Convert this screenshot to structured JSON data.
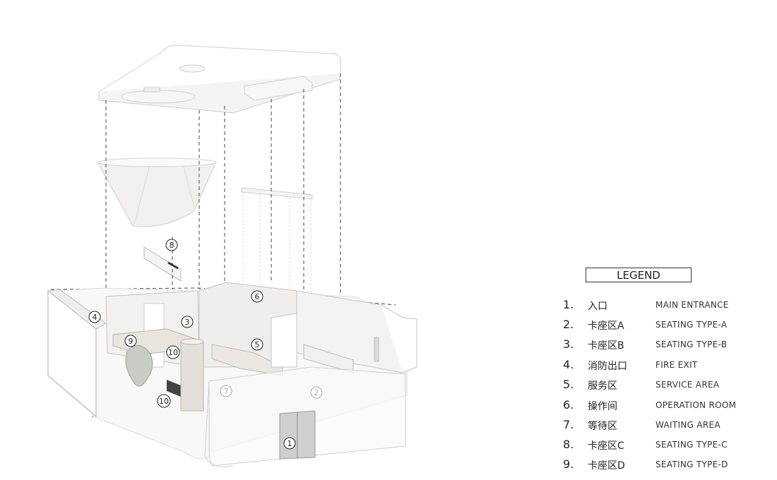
{
  "diagram": {
    "markers": [
      "1",
      "2",
      "3",
      "4",
      "5",
      "6",
      "7",
      "8",
      "9",
      "10",
      "10"
    ]
  },
  "legend": {
    "title": "LEGEND",
    "items": [
      {
        "num": "1.",
        "cn": "入口",
        "en": "MAIN ENTRANCE"
      },
      {
        "num": "2.",
        "cn": "卡座区A",
        "en": "SEATING TYPE-A"
      },
      {
        "num": "3.",
        "cn": "卡座区B",
        "en": "SEATING TYPE-B"
      },
      {
        "num": "4.",
        "cn": "消防出口",
        "en": "FIRE EXIT"
      },
      {
        "num": "5.",
        "cn": "服务区",
        "en": "SERVICE AREA"
      },
      {
        "num": "6.",
        "cn": "操作间",
        "en": "OPERATION ROOM"
      },
      {
        "num": "7.",
        "cn": "等待区",
        "en": "WAITING AREA"
      },
      {
        "num": "8.",
        "cn": "卡座区C",
        "en": "SEATING TYPE-C"
      },
      {
        "num": "9.",
        "cn": "卡座区D",
        "en": "SEATING TYPE-D"
      }
    ]
  }
}
